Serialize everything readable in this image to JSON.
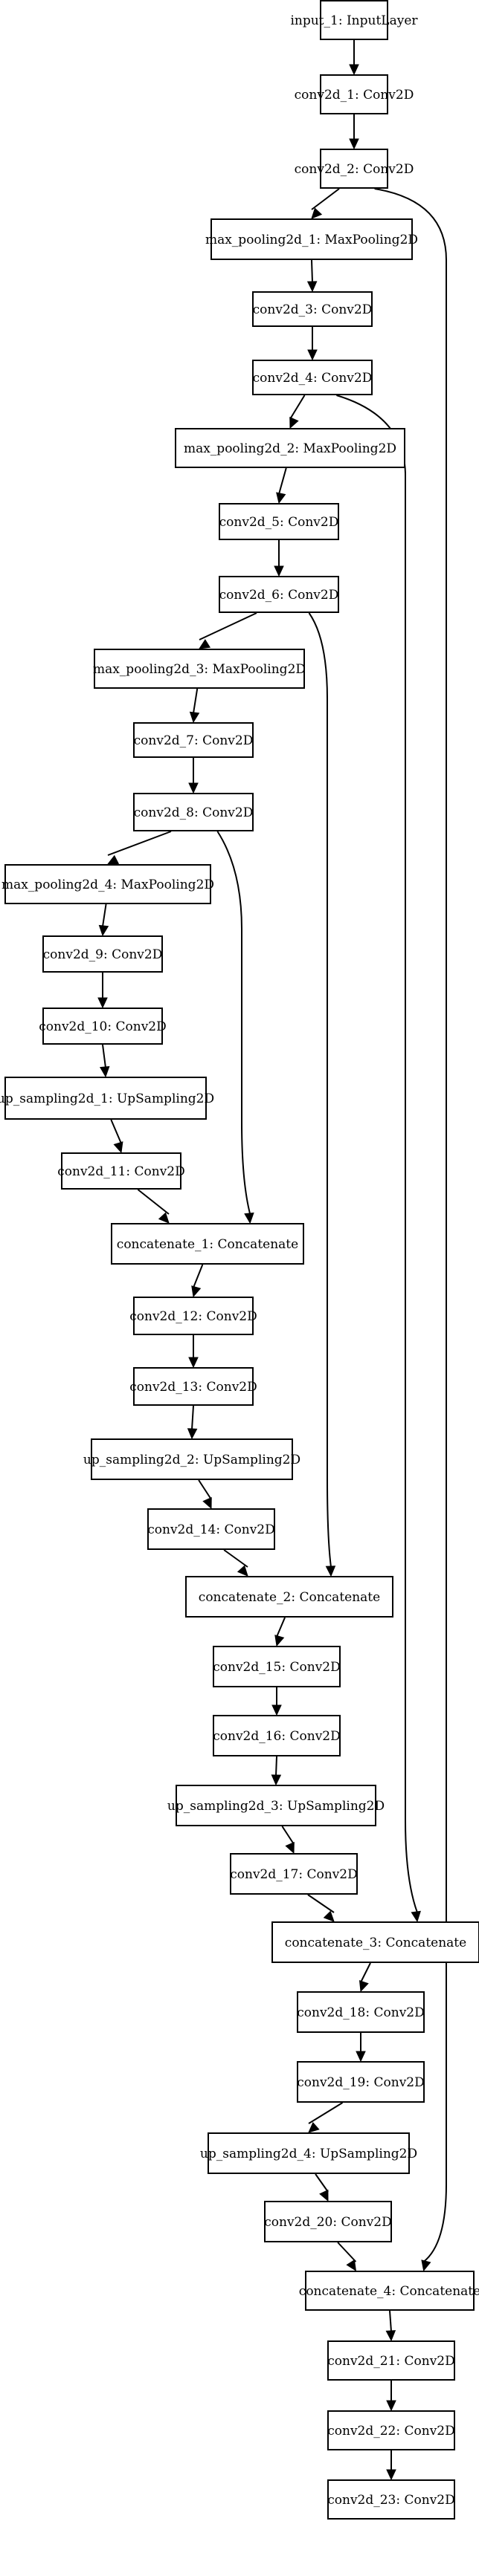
{
  "nodes": [
    {
      "id": "input_1",
      "label": "input_1: InputLayer"
    },
    {
      "id": "conv2d_1",
      "label": "conv2d_1: Conv2D"
    },
    {
      "id": "conv2d_2",
      "label": "conv2d_2: Conv2D"
    },
    {
      "id": "max_pooling2d_1",
      "label": "max_pooling2d_1: MaxPooling2D"
    },
    {
      "id": "conv2d_3",
      "label": "conv2d_3: Conv2D"
    },
    {
      "id": "conv2d_4",
      "label": "conv2d_4: Conv2D"
    },
    {
      "id": "max_pooling2d_2",
      "label": "max_pooling2d_2: MaxPooling2D"
    },
    {
      "id": "conv2d_5",
      "label": "conv2d_5: Conv2D"
    },
    {
      "id": "conv2d_6",
      "label": "conv2d_6: Conv2D"
    },
    {
      "id": "max_pooling2d_3",
      "label": "max_pooling2d_3: MaxPooling2D"
    },
    {
      "id": "conv2d_7",
      "label": "conv2d_7: Conv2D"
    },
    {
      "id": "conv2d_8",
      "label": "conv2d_8: Conv2D"
    },
    {
      "id": "max_pooling2d_4",
      "label": "max_pooling2d_4: MaxPooling2D"
    },
    {
      "id": "conv2d_9",
      "label": "conv2d_9: Conv2D"
    },
    {
      "id": "conv2d_10",
      "label": "conv2d_10: Conv2D"
    },
    {
      "id": "up_sampling2d_1",
      "label": "up_sampling2d_1: UpSampling2D"
    },
    {
      "id": "conv2d_11",
      "label": "conv2d_11: Conv2D"
    },
    {
      "id": "concatenate_1",
      "label": "concatenate_1: Concatenate"
    },
    {
      "id": "conv2d_12",
      "label": "conv2d_12: Conv2D"
    },
    {
      "id": "conv2d_13",
      "label": "conv2d_13: Conv2D"
    },
    {
      "id": "up_sampling2d_2",
      "label": "up_sampling2d_2: UpSampling2D"
    },
    {
      "id": "conv2d_14",
      "label": "conv2d_14: Conv2D"
    },
    {
      "id": "concatenate_2",
      "label": "concatenate_2: Concatenate"
    },
    {
      "id": "conv2d_15",
      "label": "conv2d_15: Conv2D"
    },
    {
      "id": "conv2d_16",
      "label": "conv2d_16: Conv2D"
    },
    {
      "id": "up_sampling2d_3",
      "label": "up_sampling2d_3: UpSampling2D"
    },
    {
      "id": "conv2d_17",
      "label": "conv2d_17: Conv2D"
    },
    {
      "id": "concatenate_3",
      "label": "concatenate_3: Concatenate"
    },
    {
      "id": "conv2d_18",
      "label": "conv2d_18: Conv2D"
    },
    {
      "id": "conv2d_19",
      "label": "conv2d_19: Conv2D"
    },
    {
      "id": "up_sampling2d_4",
      "label": "up_sampling2d_4: UpSampling2D"
    },
    {
      "id": "conv2d_20",
      "label": "conv2d_20: Conv2D"
    },
    {
      "id": "concatenate_4",
      "label": "concatenate_4: Concatenate"
    },
    {
      "id": "conv2d_21",
      "label": "conv2d_21: Conv2D"
    },
    {
      "id": "conv2d_22",
      "label": "conv2d_22: Conv2D"
    },
    {
      "id": "conv2d_23",
      "label": "conv2d_23: Conv2D"
    }
  ],
  "edges": [
    {
      "from": "input_1",
      "to": "conv2d_1"
    },
    {
      "from": "conv2d_1",
      "to": "conv2d_2"
    },
    {
      "from": "conv2d_2",
      "to": "max_pooling2d_1"
    },
    {
      "from": "conv2d_2",
      "to": "concatenate_4"
    },
    {
      "from": "max_pooling2d_1",
      "to": "conv2d_3"
    },
    {
      "from": "conv2d_3",
      "to": "conv2d_4"
    },
    {
      "from": "conv2d_4",
      "to": "max_pooling2d_2"
    },
    {
      "from": "conv2d_4",
      "to": "concatenate_3"
    },
    {
      "from": "max_pooling2d_2",
      "to": "conv2d_5"
    },
    {
      "from": "conv2d_5",
      "to": "conv2d_6"
    },
    {
      "from": "conv2d_6",
      "to": "max_pooling2d_3"
    },
    {
      "from": "conv2d_6",
      "to": "concatenate_2"
    },
    {
      "from": "max_pooling2d_3",
      "to": "conv2d_7"
    },
    {
      "from": "conv2d_7",
      "to": "conv2d_8"
    },
    {
      "from": "conv2d_8",
      "to": "max_pooling2d_4"
    },
    {
      "from": "conv2d_8",
      "to": "concatenate_1"
    },
    {
      "from": "max_pooling2d_4",
      "to": "conv2d_9"
    },
    {
      "from": "conv2d_9",
      "to": "conv2d_10"
    },
    {
      "from": "conv2d_10",
      "to": "up_sampling2d_1"
    },
    {
      "from": "up_sampling2d_1",
      "to": "conv2d_11"
    },
    {
      "from": "conv2d_11",
      "to": "concatenate_1"
    },
    {
      "from": "concatenate_1",
      "to": "conv2d_12"
    },
    {
      "from": "conv2d_12",
      "to": "conv2d_13"
    },
    {
      "from": "conv2d_13",
      "to": "up_sampling2d_2"
    },
    {
      "from": "up_sampling2d_2",
      "to": "conv2d_14"
    },
    {
      "from": "conv2d_14",
      "to": "concatenate_2"
    },
    {
      "from": "concatenate_2",
      "to": "conv2d_15"
    },
    {
      "from": "conv2d_15",
      "to": "conv2d_16"
    },
    {
      "from": "conv2d_16",
      "to": "up_sampling2d_3"
    },
    {
      "from": "up_sampling2d_3",
      "to": "conv2d_17"
    },
    {
      "from": "conv2d_17",
      "to": "concatenate_3"
    },
    {
      "from": "concatenate_3",
      "to": "conv2d_18"
    },
    {
      "from": "conv2d_18",
      "to": "conv2d_19"
    },
    {
      "from": "conv2d_19",
      "to": "up_sampling2d_4"
    },
    {
      "from": "up_sampling2d_4",
      "to": "conv2d_20"
    },
    {
      "from": "conv2d_20",
      "to": "concatenate_4"
    },
    {
      "from": "concatenate_4",
      "to": "conv2d_21"
    },
    {
      "from": "conv2d_21",
      "to": "conv2d_22"
    },
    {
      "from": "conv2d_22",
      "to": "conv2d_23"
    }
  ]
}
